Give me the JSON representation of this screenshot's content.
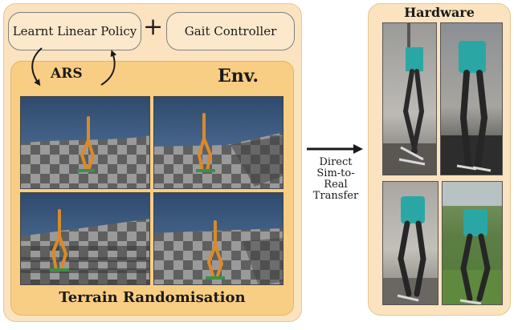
{
  "policy": {
    "label": "Learnt Linear Policy"
  },
  "operator": {
    "plus": "+"
  },
  "controller": {
    "label": "Gait Controller"
  },
  "optimizer": {
    "label": "ARS"
  },
  "env": {
    "label": "Env."
  },
  "terrain": {
    "label": "Terrain Randomisation"
  },
  "transfer": {
    "line1": "Direct",
    "line2": "Sim-to-Real",
    "line3": "Transfer"
  },
  "hardware": {
    "title": "Hardware"
  },
  "colors": {
    "outer_panel": "#fbe3bf",
    "env_panel": "#f8cd84",
    "robot_orange": "#d98a2b",
    "robot_teal": "#2aa7a5",
    "sky": "#3b5a80"
  }
}
